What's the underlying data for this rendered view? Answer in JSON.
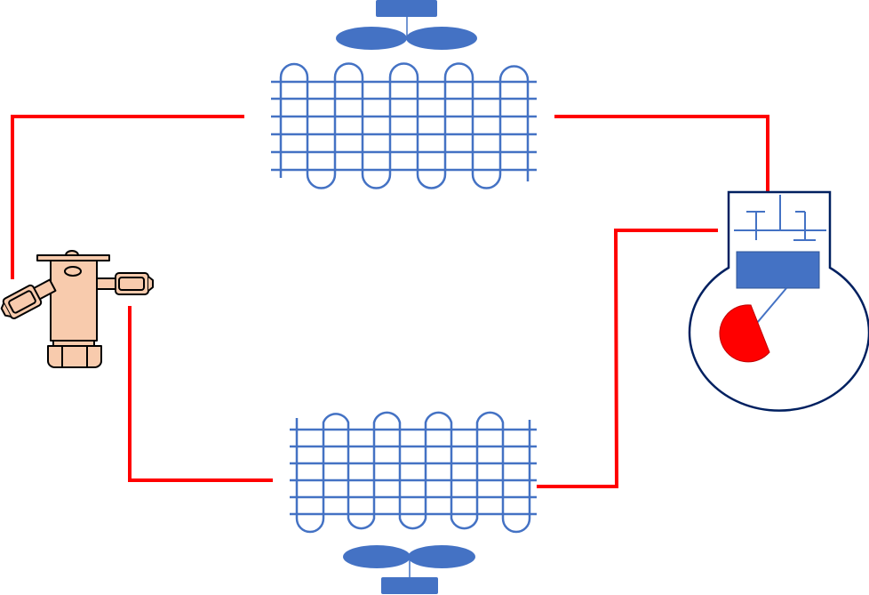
{
  "diagram": {
    "type": "refrigeration-cycle-schematic",
    "components": [
      {
        "id": "condenser-coil",
        "icon": "coil-icon",
        "position": "top"
      },
      {
        "id": "condenser-fan",
        "icon": "fan-icon",
        "position": "top"
      },
      {
        "id": "evaporator-coil",
        "icon": "coil-icon",
        "position": "bottom"
      },
      {
        "id": "evaporator-fan",
        "icon": "fan-icon",
        "position": "bottom"
      },
      {
        "id": "compressor",
        "icon": "compressor-icon",
        "position": "right"
      },
      {
        "id": "expansion-valve",
        "icon": "expansion-valve-icon",
        "position": "left"
      }
    ],
    "connections": [
      {
        "from": "expansion-valve",
        "to": "condenser-coil"
      },
      {
        "from": "condenser-coil",
        "to": "compressor"
      },
      {
        "from": "compressor",
        "to": "evaporator-coil"
      },
      {
        "from": "evaporator-coil",
        "to": "expansion-valve"
      }
    ]
  },
  "colors": {
    "pipe": "#ff0000",
    "coil": "#4472c4",
    "fan": "#4472c4",
    "compressor_outline": "#002060",
    "compressor_block": "#4472c4",
    "compressor_cam": "#ff0000",
    "valve_body": "#f8cbad",
    "valve_outline": "#000000"
  }
}
